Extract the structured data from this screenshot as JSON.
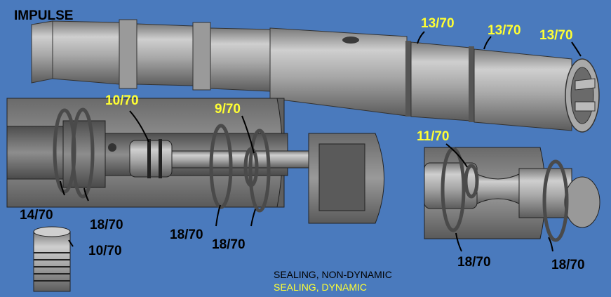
{
  "title": "IMPULSE",
  "colors": {
    "background": "#4a7abd",
    "dynamic_label": "#ffff33",
    "nondynamic_label": "#000000",
    "part_light": "#b9b9b9",
    "part_dark": "#5a5a5a"
  },
  "labels": {
    "shaft_groove_1": "13/70",
    "shaft_groove_2": "13/70",
    "shaft_end": "13/70",
    "body_inner_seal": "10/70",
    "rod_seal": "9/70",
    "valve_seal": "11/70",
    "body_thread_seal": "14/70",
    "body_outer_left": "18/70",
    "body_outer_mid": "18/70",
    "body_outer_right": "18/70",
    "plug_seal": "10/70",
    "valve_left": "18/70",
    "valve_right": "18/70"
  },
  "legend": {
    "nondynamic": "SEALING, NON-DYNAMIC",
    "dynamic": "SEALING, DYNAMIC"
  }
}
